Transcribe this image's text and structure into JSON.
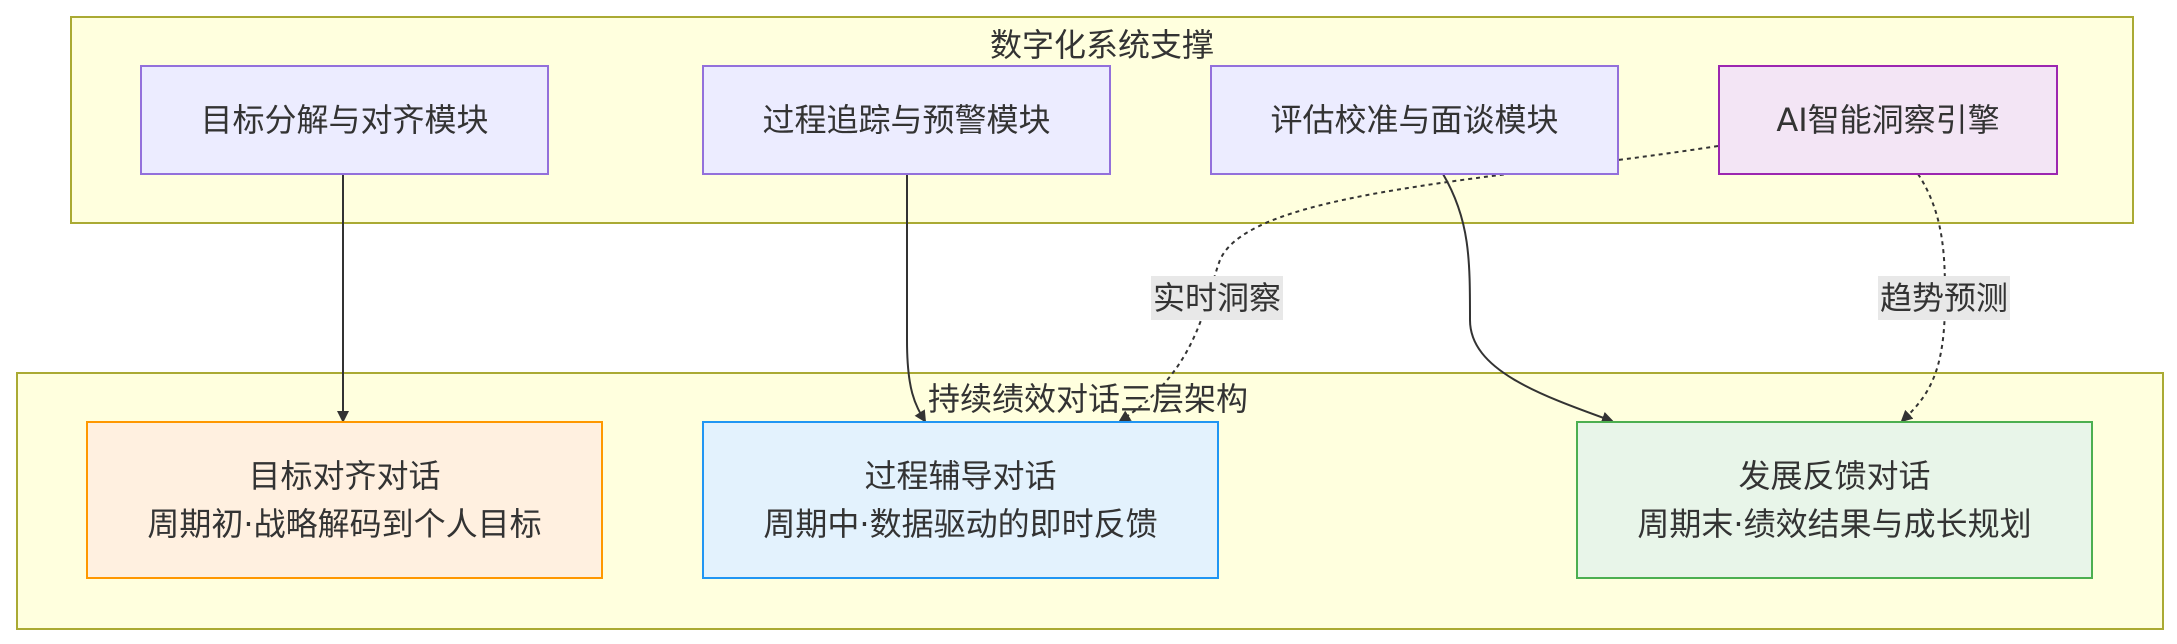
{
  "top_group": {
    "title": "数字化系统支撑"
  },
  "bottom_group": {
    "title": "持续绩效对话三层架构"
  },
  "modules": {
    "goal_module": "目标分解与对齐模块",
    "process_module": "过程追踪与预警模块",
    "eval_module": "评估校准与面谈模块",
    "ai_engine": "AI智能洞察引擎"
  },
  "dialogues": {
    "goal": {
      "line1": "目标对齐对话",
      "line2": "周期初·战略解码到个人目标"
    },
    "process": {
      "line1": "过程辅导对话",
      "line2": "周期中·数据驱动的即时反馈"
    },
    "development": {
      "line1": "发展反馈对话",
      "line2": "周期末·绩效结果与成长规划"
    }
  },
  "edge_labels": {
    "realtime": "实时洞察",
    "trend": "趋势预测"
  },
  "colors": {
    "cluster_fill": "#ffffde",
    "cluster_border": "#aaaa33",
    "module_fill": "#ececff",
    "module_border": "#9370db",
    "ai_fill": "#f3e5f5",
    "ai_border": "#9c27b0",
    "goal_fill": "#fff0e0",
    "goal_border": "#ff9800",
    "process_fill": "#e3f2fd",
    "process_border": "#2196f3",
    "dev_fill": "#e8f5e9",
    "dev_border": "#4caf50"
  }
}
